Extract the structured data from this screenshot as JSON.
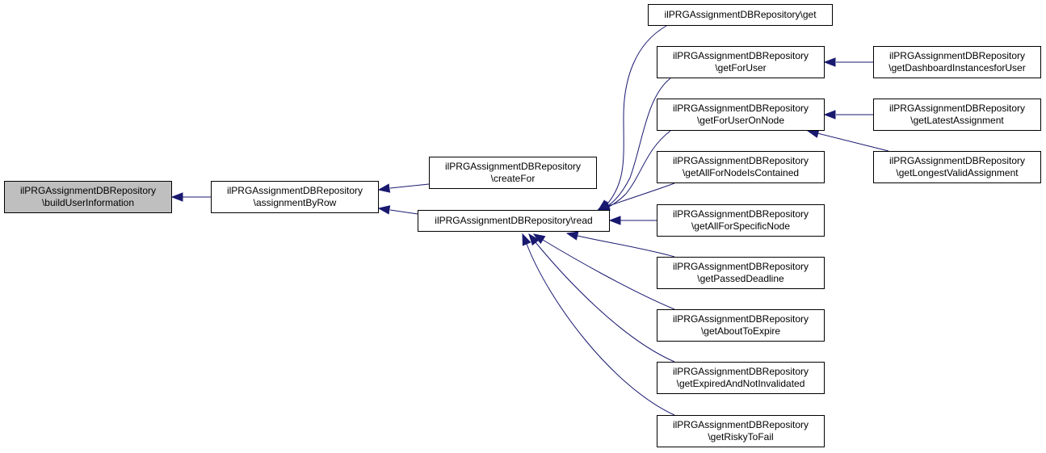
{
  "diagram": {
    "edge_color": "#191970",
    "nodes": {
      "build_user_information": {
        "line1": "ilPRGAssignmentDBRepository",
        "line2": "\\buildUserInformation",
        "highlighted": true
      },
      "assignment_by_row": {
        "line1": "ilPRGAssignmentDBRepository",
        "line2": "\\assignmentByRow"
      },
      "create_for": {
        "line1": "ilPRGAssignmentDBRepository",
        "line2": "\\createFor"
      },
      "read": {
        "line1": "ilPRGAssignmentDBRepository\\read"
      },
      "get": {
        "line1": "ilPRGAssignmentDBRepository\\get"
      },
      "get_for_user": {
        "line1": "ilPRGAssignmentDBRepository",
        "line2": "\\getForUser"
      },
      "get_for_user_on_node": {
        "line1": "ilPRGAssignmentDBRepository",
        "line2": "\\getForUserOnNode"
      },
      "get_all_for_node_is_contained": {
        "line1": "ilPRGAssignmentDBRepository",
        "line2": "\\getAllForNodeIsContained"
      },
      "get_all_for_specific_node": {
        "line1": "ilPRGAssignmentDBRepository",
        "line2": "\\getAllForSpecificNode"
      },
      "get_passed_deadline": {
        "line1": "ilPRGAssignmentDBRepository",
        "line2": "\\getPassedDeadline"
      },
      "get_about_to_expire": {
        "line1": "ilPRGAssignmentDBRepository",
        "line2": "\\getAboutToExpire"
      },
      "get_expired_and_not_invalidated": {
        "line1": "ilPRGAssignmentDBRepository",
        "line2": "\\getExpiredAndNotInvalidated"
      },
      "get_risky_to_fail": {
        "line1": "ilPRGAssignmentDBRepository",
        "line2": "\\getRiskyToFail"
      },
      "get_dashboard_instances_for_user": {
        "line1": "ilPRGAssignmentDBRepository",
        "line2": "\\getDashboardInstancesforUser"
      },
      "get_latest_assignment": {
        "line1": "ilPRGAssignmentDBRepository",
        "line2": "\\getLatestAssignment"
      },
      "get_longest_valid_assignment": {
        "line1": "ilPRGAssignmentDBRepository",
        "line2": "\\getLongestValidAssignment"
      }
    },
    "edges": [
      {
        "from": "assignment_by_row",
        "to": "build_user_information"
      },
      {
        "from": "create_for",
        "to": "assignment_by_row"
      },
      {
        "from": "read",
        "to": "assignment_by_row"
      },
      {
        "from": "get",
        "to": "read"
      },
      {
        "from": "get_for_user",
        "to": "read"
      },
      {
        "from": "get_for_user_on_node",
        "to": "read"
      },
      {
        "from": "get_all_for_node_is_contained",
        "to": "read"
      },
      {
        "from": "get_all_for_specific_node",
        "to": "read"
      },
      {
        "from": "get_passed_deadline",
        "to": "read"
      },
      {
        "from": "get_about_to_expire",
        "to": "read"
      },
      {
        "from": "get_expired_and_not_invalidated",
        "to": "read"
      },
      {
        "from": "get_risky_to_fail",
        "to": "read"
      },
      {
        "from": "get_dashboard_instances_for_user",
        "to": "get_for_user"
      },
      {
        "from": "get_latest_assignment",
        "to": "get_for_user_on_node"
      },
      {
        "from": "get_longest_valid_assignment",
        "to": "get_for_user_on_node"
      }
    ]
  }
}
